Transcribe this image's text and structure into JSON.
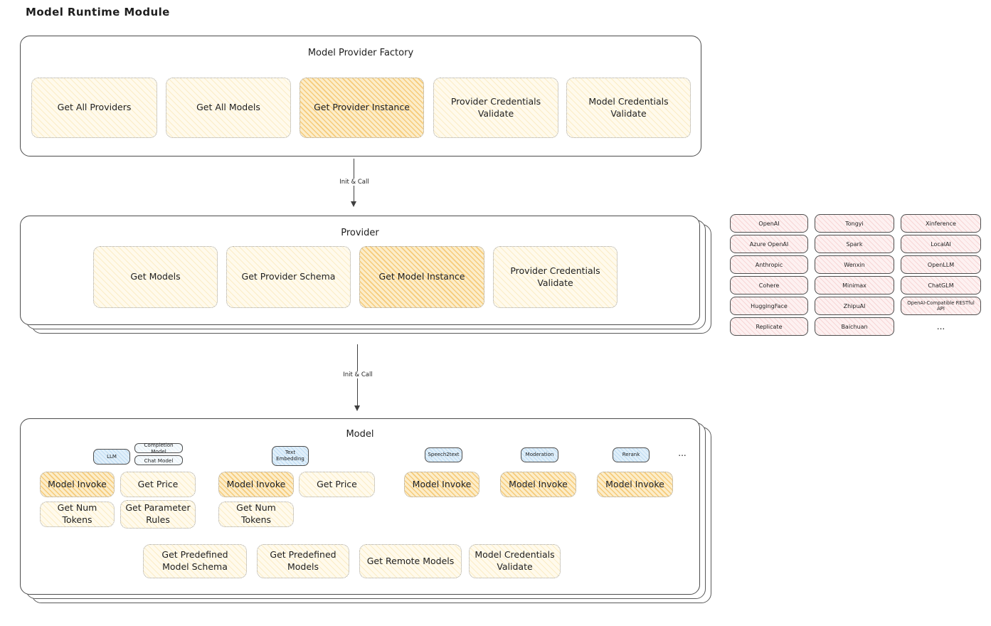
{
  "title": "Model Runtime Module",
  "arrows": {
    "first": "Init & Call",
    "second": "Init & Call"
  },
  "factory": {
    "title": "Model Provider Factory",
    "boxes": [
      {
        "label": "Get All Providers",
        "highlight": false
      },
      {
        "label": "Get All Models",
        "highlight": false
      },
      {
        "label": "Get Provider Instance",
        "highlight": true
      },
      {
        "label": "Provider Credentials Validate",
        "highlight": false
      },
      {
        "label": "Model Credentials Validate",
        "highlight": false
      }
    ]
  },
  "provider": {
    "title": "Provider",
    "boxes": [
      {
        "label": "Get Models",
        "highlight": false
      },
      {
        "label": "Get Provider Schema",
        "highlight": false
      },
      {
        "label": "Get Model Instance",
        "highlight": true
      },
      {
        "label": "Provider Credentials Validate",
        "highlight": false
      }
    ]
  },
  "providers": {
    "items": [
      "OpenAI",
      "Tongyi",
      "Xinference",
      "Azure OpenAI",
      "Spark",
      "LocalAI",
      "Anthropic",
      "Wenxin",
      "OpenLLM",
      "Cohere",
      "Minimax",
      "ChatGLM",
      "HuggingFace",
      "ZhipuAI",
      "OpenAI-Compatible RESTful API",
      "Replicate",
      "Baichuan",
      "..."
    ]
  },
  "model": {
    "title": "Model",
    "tags": {
      "llm": "LLM",
      "completion": "Completion Model",
      "chat": "Chat Model",
      "text_embedding": "Text Embedding",
      "speech2text": "Speech2text",
      "moderation": "Moderation",
      "rerank": "Rerank",
      "more": "..."
    },
    "tasks": {
      "model_invoke": "Model Invoke",
      "get_price": "Get Price",
      "get_num_tokens": "Get Num Tokens",
      "get_parameter_rules": "Get Parameter Rules",
      "get_predefined_model_schema": "Get Predefined Model Schema",
      "get_predefined_models": "Get Predefined Models",
      "get_remote_models": "Get Remote Models",
      "model_credentials_validate": "Model Credentials Validate"
    }
  },
  "colors": {
    "highlight_fill": "#fcedc9",
    "yellow_fill": "#fffaec",
    "pink_fill": "#fdf1f1",
    "blue_fill": "#e0effa",
    "border_dark": "#4b4b4b",
    "text": "#1e1e1e"
  }
}
